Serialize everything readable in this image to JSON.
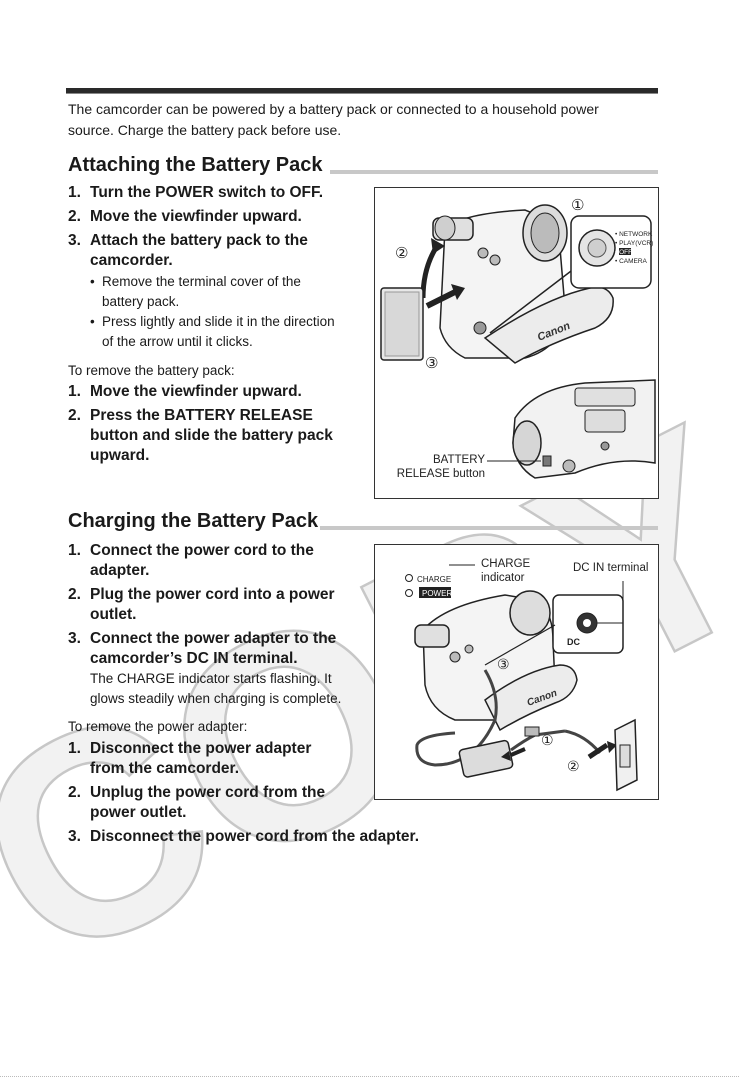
{
  "intro": {
    "line1": "The camcorder can be powered by a battery pack or connected to a household power",
    "line2": "source. Charge the battery pack before use."
  },
  "attach": {
    "title": "Attaching the Battery Pack",
    "steps": [
      {
        "n": "1.",
        "text": "Turn the POWER switch to OFF."
      },
      {
        "n": "2.",
        "text": "Move the viewfinder upward."
      },
      {
        "n": "3.",
        "text": "Attach the battery pack to the",
        "text2": "camcorder."
      }
    ],
    "bullets": [
      {
        "line1": "Remove the terminal cover of the",
        "line2": "battery pack."
      },
      {
        "line1": "Press lightly and slide it in the direction",
        "line2": "of the arrow until it clicks."
      }
    ],
    "remove_intro": "To remove the battery pack:",
    "remove_steps": [
      {
        "n": "1.",
        "text": "Move the viewfinder upward."
      },
      {
        "n": "2.",
        "text": "Press the BATTERY RELEASE",
        "text2": "button and slide the battery pack",
        "text3": "upward."
      }
    ],
    "figure": {
      "marker1": "①",
      "marker2": "②",
      "marker3": "③",
      "switch_labels": [
        "• NETWORK",
        "• PLAY(VCR)",
        "• OFF",
        "• CAMERA"
      ],
      "brand": "Canon",
      "battery_label_line1": "BATTERY",
      "battery_label_line2": "RELEASE button"
    }
  },
  "charge": {
    "title": "Charging the Battery Pack",
    "steps": [
      {
        "n": "1.",
        "text": "Connect the power cord to the",
        "text2": "adapter."
      },
      {
        "n": "2.",
        "text": "Plug the power cord into a power",
        "text2": "outlet."
      },
      {
        "n": "3.",
        "text": "Connect the power adapter to the",
        "text2": "camcorder’s DC IN terminal."
      }
    ],
    "note_line1": "The CHARGE indicator starts flashing. It",
    "note_line2": "glows steadily when charging is complete.",
    "remove_intro": "To remove the power adapter:",
    "remove_steps": [
      {
        "n": "1.",
        "text": "Disconnect the power adapter",
        "text2": "from the camcorder."
      },
      {
        "n": "2.",
        "text": "Unplug the power cord from the",
        "text2": "power outlet."
      },
      {
        "n": "3.",
        "text": "Disconnect the power cord from the adapter."
      }
    ],
    "figure": {
      "charge_label_line1": "CHARGE",
      "charge_label_line2": "indicator",
      "dc_label": "DC IN terminal",
      "charge_lamp": "CHARGE",
      "power_lamp": "POWER",
      "dc_text": "DC",
      "brand": "Canon",
      "marker1": "①",
      "marker2": "②",
      "marker3": "③"
    }
  },
  "watermark": "COPY",
  "colors": {
    "watermark": "#e9e9e9",
    "rule": "#2a2a2a",
    "section_rule": "#c8c8c8"
  }
}
